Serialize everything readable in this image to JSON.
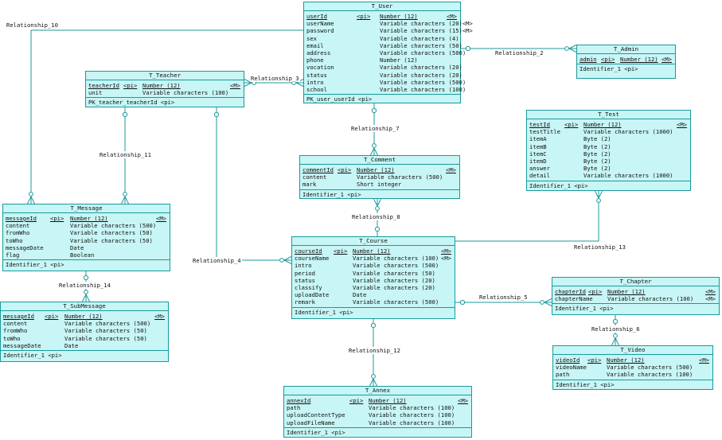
{
  "entities": {
    "user": {
      "title": "T_User",
      "attrs": [
        {
          "name": "userId",
          "pi": "<pi>",
          "type": "Number (12)",
          "flag": "<M>",
          "pk": true
        },
        {
          "name": "userName",
          "type": "Variable characters (20)",
          "flag": "<M>"
        },
        {
          "name": "password",
          "type": "Variable characters (15)",
          "flag": "<M>"
        },
        {
          "name": "sex",
          "type": "Variable characters (4)"
        },
        {
          "name": "email",
          "type": "Variable characters (50)"
        },
        {
          "name": "address",
          "type": "Variable characters (500)"
        },
        {
          "name": "phone",
          "type": "Number (12)"
        },
        {
          "name": "vocation",
          "type": "Variable characters (20)"
        },
        {
          "name": "status",
          "type": "Variable characters (20)"
        },
        {
          "name": "intro",
          "type": "Variable characters (500)"
        },
        {
          "name": "school",
          "type": "Variable characters (100)"
        }
      ],
      "ids": [
        "PK_user_userId  <pi>"
      ]
    },
    "admin": {
      "title": "T_Admin",
      "attrs": [
        {
          "name": "admin",
          "pi": "<pi>",
          "type": "Number (12)",
          "flag": "<M>",
          "pk": true
        }
      ],
      "ids": [
        "Identifier_1  <pi>"
      ]
    },
    "teacher": {
      "title": "T_Teacher",
      "attrs": [
        {
          "name": "teacherId",
          "pi": "<pi>",
          "type": "Number (12)",
          "flag": "<M>",
          "pk": true
        },
        {
          "name": "unit",
          "type": "Variable characters (100)"
        }
      ],
      "ids": [
        "PK_teacher_teacherId  <pi>"
      ]
    },
    "test": {
      "title": "T_Test",
      "attrs": [
        {
          "name": "testId",
          "pi": "<pi>",
          "type": "Number (12)",
          "flag": "<M>",
          "pk": true
        },
        {
          "name": "testTitle",
          "type": "Variable characters (1000)"
        },
        {
          "name": "itemA",
          "type": "Byte (2)"
        },
        {
          "name": "itemB",
          "type": "Byte (2)"
        },
        {
          "name": "itemC",
          "type": "Byte (2)"
        },
        {
          "name": "itemD",
          "type": "Byte (2)"
        },
        {
          "name": "answer",
          "type": "Byte (2)"
        },
        {
          "name": "detail",
          "type": "Variable characters (1000)"
        }
      ],
      "ids": [
        "Identifier_1  <pi>"
      ]
    },
    "comment": {
      "title": "T_Comment",
      "attrs": [
        {
          "name": "commentId",
          "pi": "<pi>",
          "type": "Number (12)",
          "flag": "<M>",
          "pk": true
        },
        {
          "name": "content",
          "type": "Variable characters (500)"
        },
        {
          "name": "mark",
          "type": "Short integer"
        }
      ],
      "ids": [
        "Identifier_1  <pi>"
      ]
    },
    "message": {
      "title": "T_Message",
      "attrs": [
        {
          "name": "messageId",
          "pi": "<pi>",
          "type": "Number (12)",
          "flag": "<M>",
          "pk": true
        },
        {
          "name": "content",
          "type": "Variable characters (500)"
        },
        {
          "name": "fromWho",
          "type": "Variable characters (50)"
        },
        {
          "name": "toWho",
          "type": "Variable characters (50)"
        },
        {
          "name": "messageDate",
          "type": "Date"
        },
        {
          "name": "flag",
          "type": "Boolean"
        }
      ],
      "ids": [
        "Identifier_1  <pi>"
      ]
    },
    "course": {
      "title": "T_Course",
      "attrs": [
        {
          "name": "courseId",
          "pi": "<pi>",
          "type": "Number (12)",
          "flag": "<M>",
          "pk": true
        },
        {
          "name": "courseName",
          "type": "Variable characters (100)",
          "flag": "<M>"
        },
        {
          "name": "intro",
          "type": "Variable characters (500)"
        },
        {
          "name": "period",
          "type": "Variable characters (50)"
        },
        {
          "name": "status",
          "type": "Variable characters (20)"
        },
        {
          "name": "classify",
          "type": "Variable characters (20)"
        },
        {
          "name": "uploadDate",
          "type": "Date"
        },
        {
          "name": "remark",
          "type": "Variable characters (500)"
        }
      ],
      "ids": [
        "Identifier_1  <pi>"
      ]
    },
    "chapter": {
      "title": "T_Chapter",
      "attrs": [
        {
          "name": "chapterId",
          "pi": "<pi>",
          "type": "Number (12)",
          "flag": "<M>",
          "pk": true
        },
        {
          "name": "chapterName",
          "type": "Variable characters (100)",
          "flag": "<M>"
        }
      ],
      "ids": [
        "Identifier_1  <pi>"
      ]
    },
    "submessage": {
      "title": "T_SubMessage",
      "attrs": [
        {
          "name": "messageId",
          "pi": "<pi>",
          "type": "Number (12)",
          "flag": "<M>",
          "pk": true
        },
        {
          "name": "content",
          "type": "Variable characters (500)"
        },
        {
          "name": "fromWho",
          "type": "Variable characters (50)"
        },
        {
          "name": "toWho",
          "type": "Variable characters (50)"
        },
        {
          "name": "messageDate",
          "type": "Date"
        }
      ],
      "ids": [
        "Identifier_1  <pi>"
      ]
    },
    "video": {
      "title": "T_Video",
      "attrs": [
        {
          "name": "videoId",
          "pi": "<pi>",
          "type": "Number (12)",
          "flag": "<M>",
          "pk": true
        },
        {
          "name": "videoName",
          "type": "Variable characters (500)"
        },
        {
          "name": "path",
          "type": "Variable characters (100)"
        }
      ],
      "ids": [
        "Identifier_1  <pi>"
      ]
    },
    "annex": {
      "title": "T_Annex",
      "attrs": [
        {
          "name": "annexId",
          "pi": "<pi>",
          "type": "Number (12)",
          "flag": "<M>",
          "pk": true
        },
        {
          "name": "path",
          "type": "Variable characters (100)"
        },
        {
          "name": "uploadContentType",
          "type": "Variable characters (100)"
        },
        {
          "name": "uploadFileName",
          "type": "Variable characters (100)"
        }
      ],
      "ids": [
        "Identifier_1  <pi>"
      ]
    }
  },
  "relationships": {
    "r2": "Relationship_2",
    "r3": "Relationship_3",
    "r4": "Relationship_4",
    "r5": "Relationship_5",
    "r6": "Relationship_6",
    "r7": "Relationship_7",
    "r8": "Relationship_8",
    "r10": "Relationship_10",
    "r11": "Relationship_11",
    "r12": "Relationship_12",
    "r13": "Relationship_13",
    "r14": "Relationship_14"
  },
  "colors": {
    "entity_fill": "#c8f5f5",
    "entity_border": "#1a9a9a",
    "link": "#1a9a9a"
  }
}
